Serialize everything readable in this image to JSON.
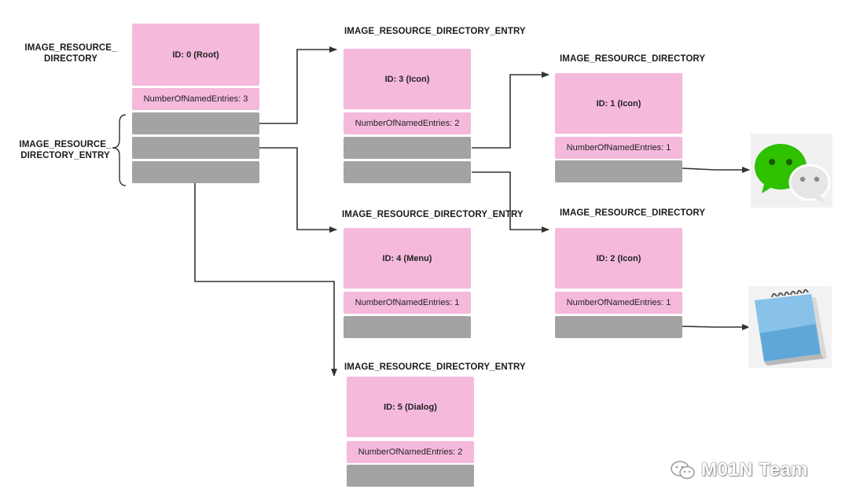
{
  "root": {
    "type_label": "IMAGE_RESOURCE_\nDIRECTORY",
    "entry_label": "IMAGE_RESOURCE_\nDIRECTORY_ENTRY",
    "id": "ID: 0 (Root)",
    "count": "NumberOfNamedEntries: 3"
  },
  "node3": {
    "header": "IMAGE_RESOURCE_DIRECTORY_ENTRY",
    "id": "ID: 3 (Icon)",
    "count": "NumberOfNamedEntries: 2"
  },
  "node4": {
    "header": "IMAGE_RESOURCE_DIRECTORY_ENTRY",
    "id": "ID: 4 (Menu)",
    "count": "NumberOfNamedEntries: 1"
  },
  "node5": {
    "header": "IMAGE_RESOURCE_DIRECTORY_ENTRY",
    "id": "ID: 5 (Dialog)",
    "count": "NumberOfNamedEntries: 2"
  },
  "node1": {
    "header": "IMAGE_RESOURCE_DIRECTORY",
    "id": "ID: 1 (Icon)",
    "count": "NumberOfNamedEntries: 1",
    "target_icon": "wechat-icon"
  },
  "node2": {
    "header": "IMAGE_RESOURCE_DIRECTORY",
    "id": "ID: 2 (Icon)",
    "count": "NumberOfNamedEntries: 1",
    "target_icon": "notepad-icon"
  },
  "watermark": "M01N Team",
  "colors": {
    "id_fill": "#f5b9dc",
    "entry_fill": "#a3a3a3",
    "wire": "#333333"
  }
}
